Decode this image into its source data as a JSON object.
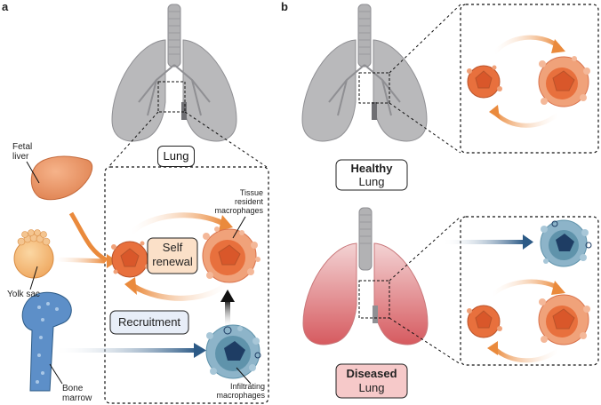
{
  "panels": {
    "a": "a",
    "b": "b"
  },
  "colors": {
    "lung_gray": "#b9b9bb",
    "lung_dark": "#8f8f93",
    "diseased_top": "#f1c7c8",
    "diseased_bottom": "#d95e62",
    "orange_cell": "#e8703d",
    "orange_light": "#f0a27a",
    "blue_cell": "#5f93ab",
    "blue_dark": "#1e3d64",
    "arrow_orange": "#ea8a3c",
    "arrow_blue": "#2c5a86",
    "self_renewal_bg": "#fbe0c8",
    "recruitment_bg": "#e8eef8",
    "diseased_label_bg": "#f6c9c9"
  },
  "panel_a": {
    "lung_label": "Lung",
    "fetal_liver": [
      "Fetal",
      "liver"
    ],
    "yolk_sac": "Yolk sac",
    "bone_marrow": [
      "Bone",
      "marrow"
    ],
    "self_renewal": [
      "Self",
      "renewal"
    ],
    "recruitment": "Recruitment",
    "tissue_resident": [
      "Tissue",
      "resident",
      "macrophages"
    ],
    "infiltrating": [
      "Infiltrating",
      "macrophages"
    ]
  },
  "panel_b": {
    "healthy": {
      "bold": "Healthy",
      "sub": "Lung"
    },
    "diseased": {
      "bold": "Diseased",
      "sub": "Lung"
    }
  }
}
